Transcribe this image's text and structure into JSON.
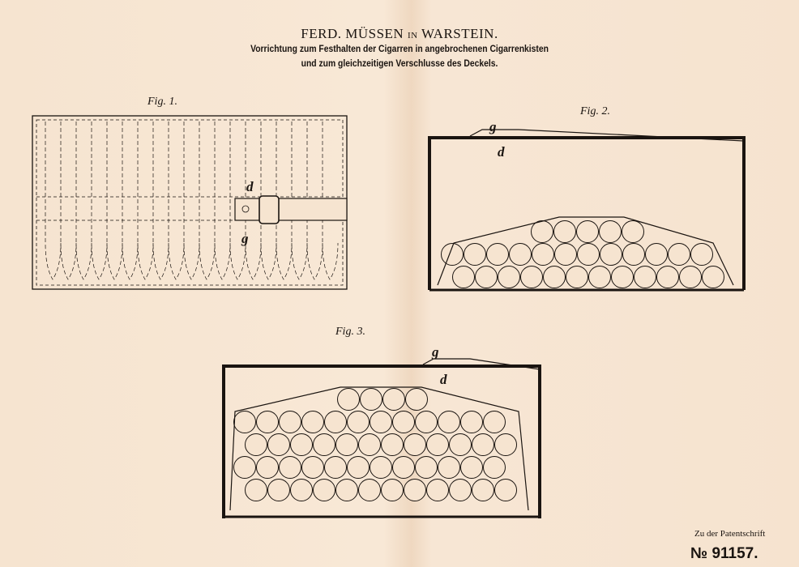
{
  "header": {
    "name": "FERD. MÜSSEN",
    "in": "IN",
    "place": "WARSTEIN.",
    "subtitle_line1": "Vorrichtung zum Festhalten der Cigarren in angebrochenen Cigarrenkisten",
    "subtitle_line2": "und zum gleichzeitigen Verschlusse des Deckels."
  },
  "figures": {
    "fig1": "Fig. 1.",
    "fig2": "Fig. 2.",
    "fig3": "Fig. 3."
  },
  "labels": {
    "d": "d",
    "g": "g"
  },
  "footer": {
    "note": "Zu der Patentschrift",
    "number": "№ 91157."
  },
  "colors": {
    "paper": "#f6e4d0",
    "ink": "#1a1410"
  }
}
